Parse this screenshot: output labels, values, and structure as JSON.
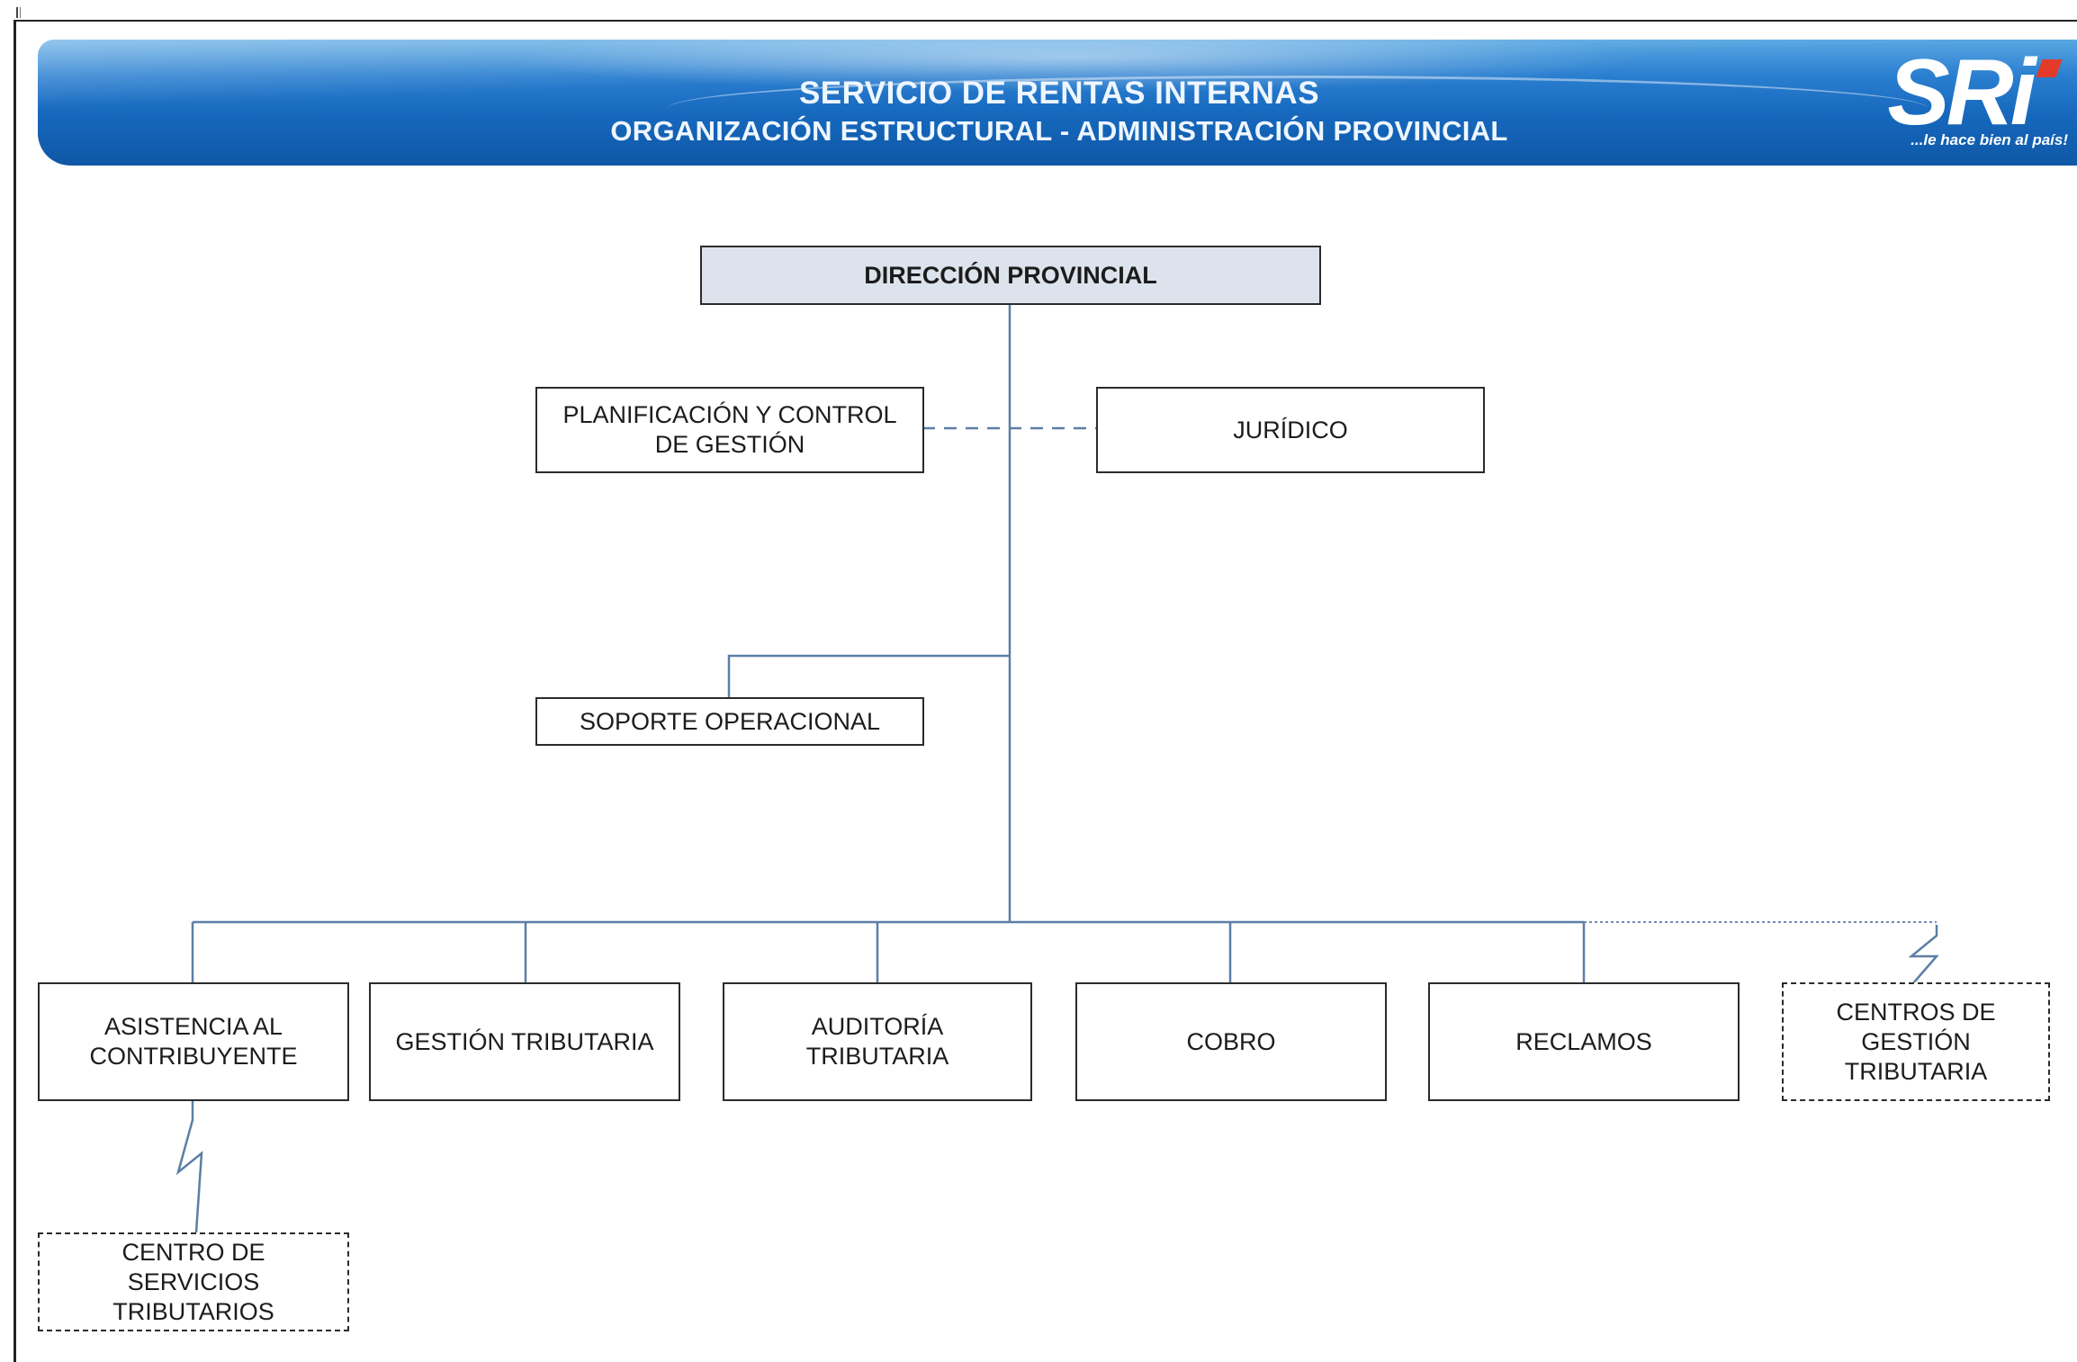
{
  "header": {
    "title": "SERVICIO DE RENTAS INTERNAS",
    "subtitle": "ORGANIZACIÓN ESTRUCTURAL - ADMINISTRACIÓN PROVINCIAL",
    "logo_text": "SRi",
    "logo_slogan": "...le hace bien al país!"
  },
  "colors": {
    "banner": "#1668bd",
    "top_box_fill": "#dde3ec",
    "connector": "#5b7fa6",
    "logo_accent": "#e23b2a"
  },
  "org": {
    "top": "DIRECCIÓN PROVINCIAL",
    "staff_left": "PLANIFICACIÓN Y CONTROL\nDE GESTIÓN",
    "staff_right": "JURÍDICO",
    "support": "SOPORTE OPERACIONAL",
    "units": [
      "ASISTENCIA AL\nCONTRIBUYENTE",
      "GESTIÓN TRIBUTARIA",
      "AUDITORÍA\nTRIBUTARIA",
      "COBRO",
      "RECLAMOS",
      "CENTROS DE\nGESTIÓN\nTRIBUTARIA"
    ],
    "sub_unit": "CENTRO DE\nSERVICIOS\nTRIBUTARIOS"
  }
}
